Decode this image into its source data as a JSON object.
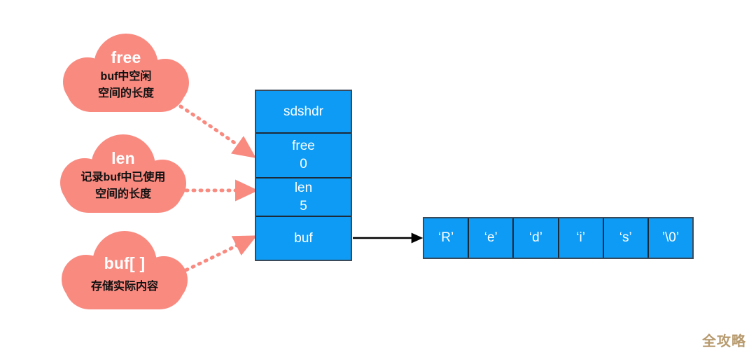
{
  "diagram": {
    "title": "Redis SDS (sdshdr) structure diagram",
    "colors": {
      "cloud": "#f98a80",
      "block": "#0d9bf5",
      "block_border": "#1d2a38",
      "dotted_arrow": "#f98a80",
      "solid_arrow": "#000000",
      "watermark": "#b79a6e"
    },
    "annotations": [
      {
        "id": "free",
        "title": "free",
        "lines": [
          "buf中空闲",
          "空间的长度"
        ],
        "target": "struct-row-free"
      },
      {
        "id": "len",
        "title": "len",
        "lines": [
          "记录buf中已使用",
          "空间的长度"
        ],
        "target": "struct-row-len"
      },
      {
        "id": "buf",
        "title": "buf[ ]",
        "lines": [
          "存储实际内容"
        ],
        "target": "struct-row-buf"
      }
    ],
    "struct": {
      "rows": [
        {
          "id": "sdshdr",
          "label": "sdshdr",
          "value": ""
        },
        {
          "id": "free",
          "label": "free",
          "value": "0"
        },
        {
          "id": "len",
          "label": "len",
          "value": "5"
        },
        {
          "id": "buf",
          "label": "buf",
          "value": ""
        }
      ]
    },
    "char_array": {
      "cells": [
        "‘R’",
        "‘e’",
        "‘d’",
        "‘i’",
        "‘s’",
        "’\\0’"
      ]
    },
    "watermark": "全攻略"
  }
}
